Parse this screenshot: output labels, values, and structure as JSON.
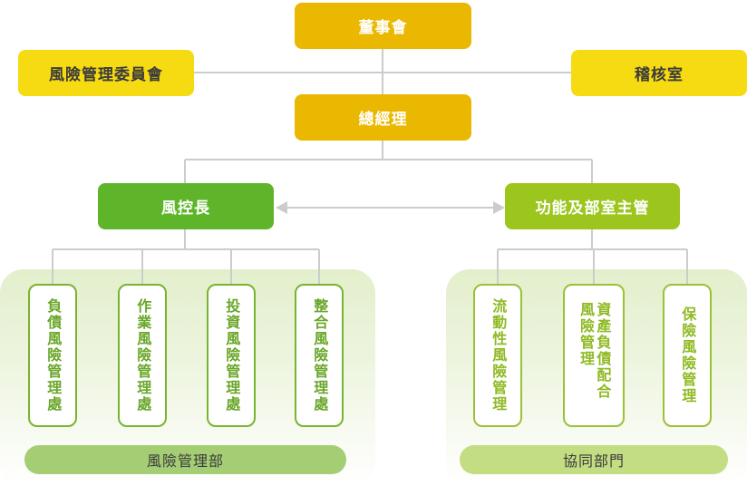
{
  "top": {
    "board": "董事會",
    "risk_committee": "風險管理委員會",
    "audit": "稽核室",
    "president": "總經理"
  },
  "mid": {
    "cro": "風控長",
    "functional_heads": "功能及部室主管"
  },
  "risk_dept": {
    "units": [
      "負債風險管理處",
      "作業風險管理處",
      "投資風險管理處",
      "整合風險管理處"
    ],
    "label": "風險管理部"
  },
  "collab_dept": {
    "units": [
      "流動性風險管理",
      "資產負債配合風險管理",
      "保險風險管理"
    ],
    "label": "協同部門"
  },
  "colors": {
    "gold": "#eab800",
    "yellow": "#f6db12",
    "green_dark": "#5eb52a",
    "green_light": "#9cc51e",
    "line": "#cccccc"
  }
}
